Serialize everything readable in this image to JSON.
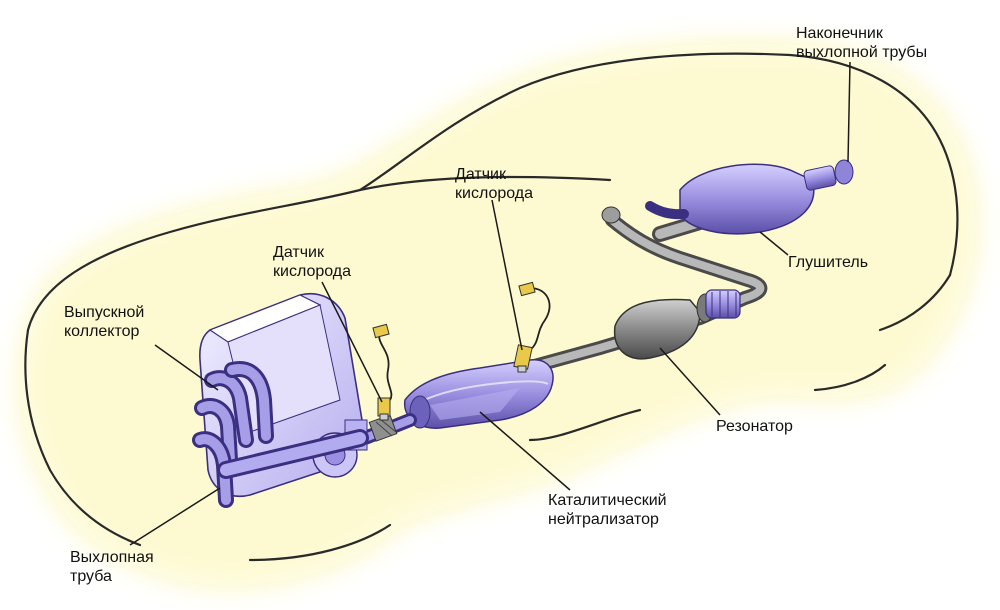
{
  "labels": {
    "tailpipe_tip": {
      "line1": "Наконечник",
      "line2": "выхлопной трубы"
    },
    "oxygen_sensor_rear": {
      "line1": "Датчик",
      "line2": "кислорода"
    },
    "oxygen_sensor_front": {
      "line1": "Датчик",
      "line2": "кислорода"
    },
    "exhaust_manifold": {
      "line1": "Выпускной",
      "line2": "коллектор"
    },
    "muffler": {
      "line1": "Глушитель"
    },
    "resonator": {
      "line1": "Резонатор"
    },
    "catalytic_converter": {
      "line1": "Каталитический",
      "line2": "нейтрализатор"
    },
    "exhaust_pipe": {
      "line1": "Выхлопная",
      "line2": "труба"
    }
  },
  "colors": {
    "car_glow": "#fbf6b4",
    "car_outline": "#2a2a2a",
    "metal_purple": "#9a8fe0",
    "metal_dark": "#5b4fa8",
    "pipe_grey": "#8a8a8a",
    "sensor_yellow": "#e8c94a",
    "leader_line": "#1a1a1a"
  }
}
